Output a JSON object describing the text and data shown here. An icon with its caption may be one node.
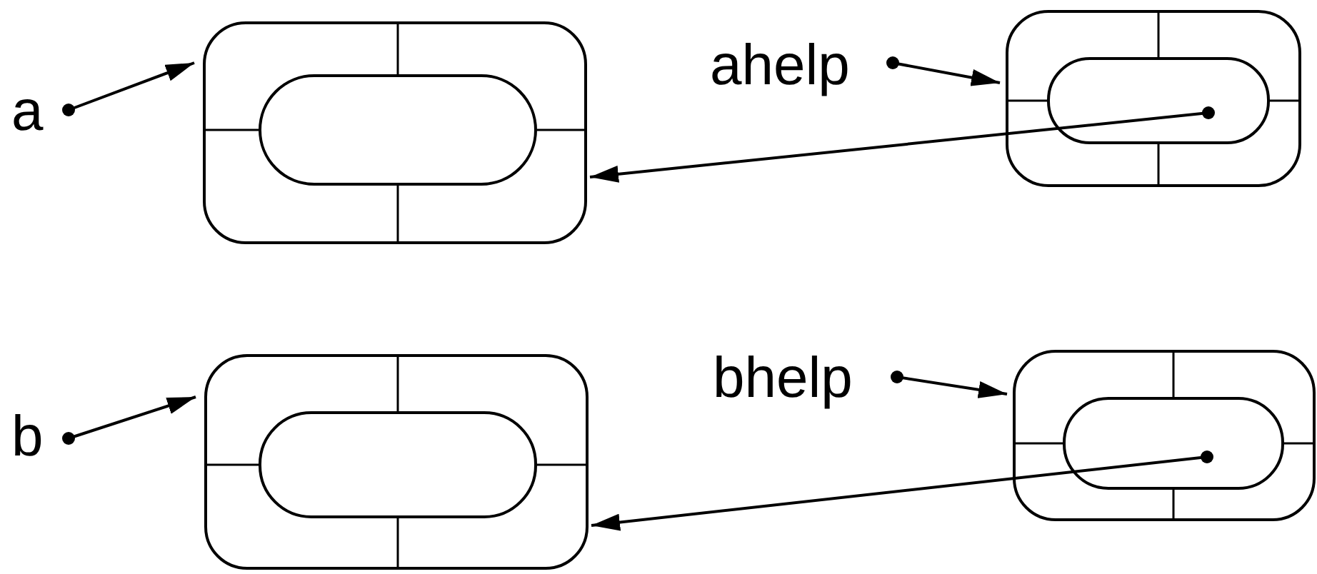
{
  "diagram": {
    "nodes": [
      {
        "text": [
          "a"
        ]
      },
      {
        "text": [],
        "shape": "box"
      },
      {
        "text": [],
        "shape": "box",
        "in": 1
      },
      {
        "text": [
          "ahelp"
        ]
      },
      {
        "text": [],
        "shape": "box"
      },
      {
        "text": [],
        "shape": "box",
        "in": 4
      },
      {
        "text": [
          "b"
        ]
      },
      {
        "text": [],
        "shape": "box"
      },
      {
        "text": [],
        "shape": "box",
        "in": 7
      },
      {
        "text": [
          "bhelp"
        ]
      },
      {
        "text": [],
        "shape": "box"
      },
      {
        "text": [],
        "shape": "box",
        "in": 10
      }
    ],
    "edges": [
      {
        "from": 0,
        "to": 1,
        "arrow": "to"
      },
      {
        "from": 3,
        "to": 4,
        "arrow": "to"
      },
      {
        "from": 5,
        "to": 1,
        "arrow": "to"
      },
      {
        "from": 6,
        "to": 7,
        "arrow": "to"
      },
      {
        "from": 9,
        "to": 10,
        "arrow": "to"
      },
      {
        "from": 11,
        "to": 7,
        "arrow": "to"
      }
    ]
  }
}
